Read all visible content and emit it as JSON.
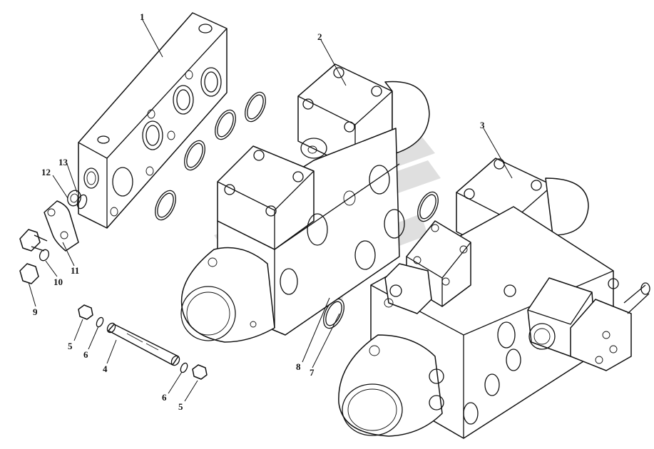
{
  "callouts": [
    {
      "id": "c1",
      "text": "1"
    },
    {
      "id": "c2",
      "text": "2"
    },
    {
      "id": "c3",
      "text": "3"
    },
    {
      "id": "c4",
      "text": "4"
    },
    {
      "id": "c5a",
      "text": "5"
    },
    {
      "id": "c5b",
      "text": "5"
    },
    {
      "id": "c6a",
      "text": "6"
    },
    {
      "id": "c6b",
      "text": "6"
    },
    {
      "id": "c7",
      "text": "7"
    },
    {
      "id": "c8",
      "text": "8"
    },
    {
      "id": "c9",
      "text": "9"
    },
    {
      "id": "c10",
      "text": "10"
    },
    {
      "id": "c11",
      "text": "11"
    },
    {
      "id": "c12",
      "text": "12"
    },
    {
      "id": "c13",
      "text": "13"
    }
  ],
  "colors": {
    "line": "#111111",
    "background": "#ffffff",
    "watermark": "#d9d9d9"
  }
}
